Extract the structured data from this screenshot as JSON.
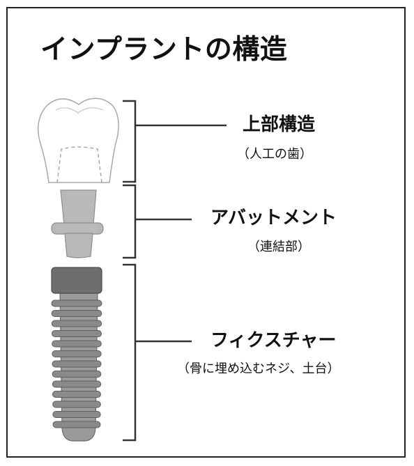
{
  "title": "インプラントの構造",
  "parts": [
    {
      "label": "上部構造",
      "sublabel": "（人工の歯）"
    },
    {
      "label": "アバットメント",
      "sublabel": "（連結部）"
    },
    {
      "label": "フィクスチャー",
      "sublabel": "（骨に埋め込むネジ、土台）"
    }
  ],
  "colors": {
    "frame": "#222222",
    "crown_outline": "#a8a8a8",
    "abutment": "#b9b9b9",
    "fixture_head": "#6e6e6e",
    "fixture_body": "#9a9a9a",
    "thread": "#8a8a8a",
    "bracket": "#333333"
  }
}
